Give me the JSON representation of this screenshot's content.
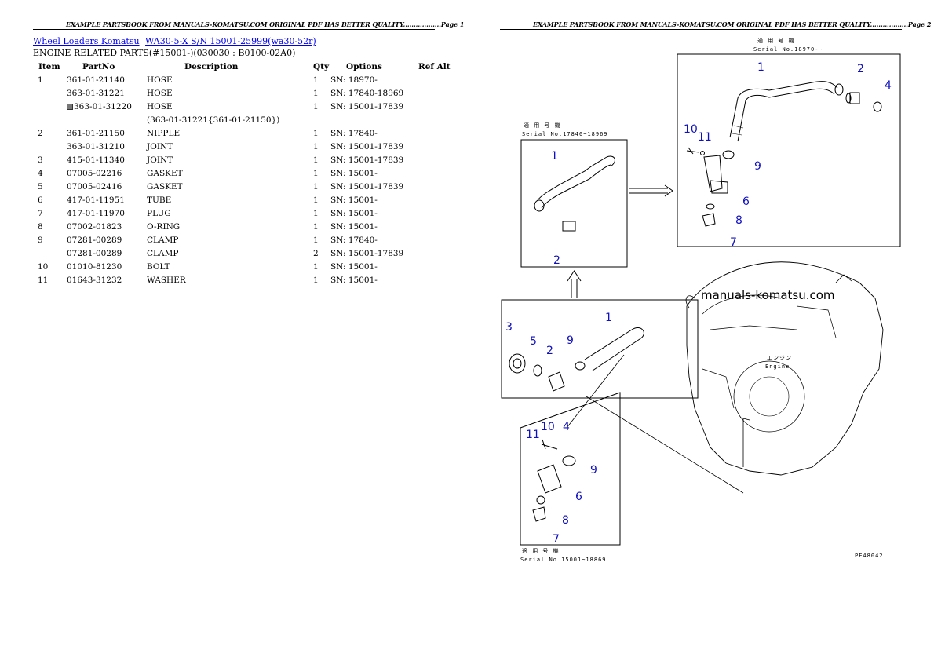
{
  "page1": {
    "header": "EXAMPLE PARTSBOOK FROM MANUALS-KOMATSU.COM ORIGINAL PDF HAS BETTER QUALITY..................Page 1",
    "breadcrumb": {
      "link1": "Wheel Loaders Komatsu",
      "link2": "WA30-5-X S/N 15001-25999(wa30-52r)"
    },
    "subtitle": "ENGINE RELATED PARTS(#15001-)(030030 : B0100-02A0)",
    "table": {
      "headers": [
        "Item",
        "PartNo",
        "Description",
        "Qty",
        "Options",
        "Ref Alt"
      ],
      "rows": [
        {
          "item": "1",
          "part": "361-01-21140",
          "desc": "HOSE",
          "qty": "1",
          "opt": "SN: 18970-"
        },
        {
          "item": "",
          "part": "363-01-31221",
          "desc": "HOSE",
          "qty": "1",
          "opt": "SN: 17840-18969"
        },
        {
          "item": "",
          "part": "363-01-31220",
          "desc": "HOSE",
          "qty": "1",
          "opt": "SN: 15001-17839",
          "marked": true
        },
        {
          "item": "",
          "part": "",
          "desc": "(363-01-31221{361-01-21150})",
          "qty": "",
          "opt": ""
        },
        {
          "item": "2",
          "part": "361-01-21150",
          "desc": "NIPPLE",
          "qty": "1",
          "opt": "SN: 17840-"
        },
        {
          "item": "",
          "part": "363-01-31210",
          "desc": "JOINT",
          "qty": "1",
          "opt": "SN: 15001-17839"
        },
        {
          "item": "3",
          "part": "415-01-11340",
          "desc": "JOINT",
          "qty": "1",
          "opt": "SN: 15001-17839"
        },
        {
          "item": "4",
          "part": "07005-02216",
          "desc": "GASKET",
          "qty": "1",
          "opt": "SN: 15001-"
        },
        {
          "item": "5",
          "part": "07005-02416",
          "desc": "GASKET",
          "qty": "1",
          "opt": "SN: 15001-17839"
        },
        {
          "item": "6",
          "part": "417-01-11951",
          "desc": "TUBE",
          "qty": "1",
          "opt": "SN: 15001-"
        },
        {
          "item": "7",
          "part": "417-01-11970",
          "desc": "PLUG",
          "qty": "1",
          "opt": "SN: 15001-"
        },
        {
          "item": "8",
          "part": "07002-01823",
          "desc": "O-RING",
          "qty": "1",
          "opt": "SN: 15001-"
        },
        {
          "item": "9",
          "part": "07281-00289",
          "desc": "CLAMP",
          "qty": "1",
          "opt": "SN: 17840-"
        },
        {
          "item": "",
          "part": "07281-00289",
          "desc": "CLAMP",
          "qty": "2",
          "opt": "SN: 15001-17839"
        },
        {
          "item": "10",
          "part": "01010-81230",
          "desc": "BOLT",
          "qty": "1",
          "opt": "SN: 15001-"
        },
        {
          "item": "11",
          "part": "01643-31232",
          "desc": "WASHER",
          "qty": "1",
          "opt": "SN: 15001-"
        }
      ]
    }
  },
  "page2": {
    "header": "EXAMPLE PARTSBOOK FROM MANUALS-KOMATSU.COM ORIGINAL PDF HAS BETTER QUALITY..................Page 2",
    "diagram": {
      "top_right_serial_jp": "適 用 号 機",
      "top_right_serial": "Serial No.18970-~",
      "mid_left_serial_jp": "適 用 号 機",
      "mid_left_serial": "Serial No.17840~18969",
      "bottom_serial_jp": "適 用 号 機",
      "bottom_serial": "Serial No.15001~18869",
      "watermark": "manuals-komatsu.com",
      "engine_jp": "エンジン",
      "engine_en": "Engine",
      "fig_code": "PE48042",
      "callouts": [
        "1",
        "2",
        "3",
        "4",
        "5",
        "6",
        "7",
        "8",
        "9",
        "10",
        "11"
      ]
    }
  }
}
